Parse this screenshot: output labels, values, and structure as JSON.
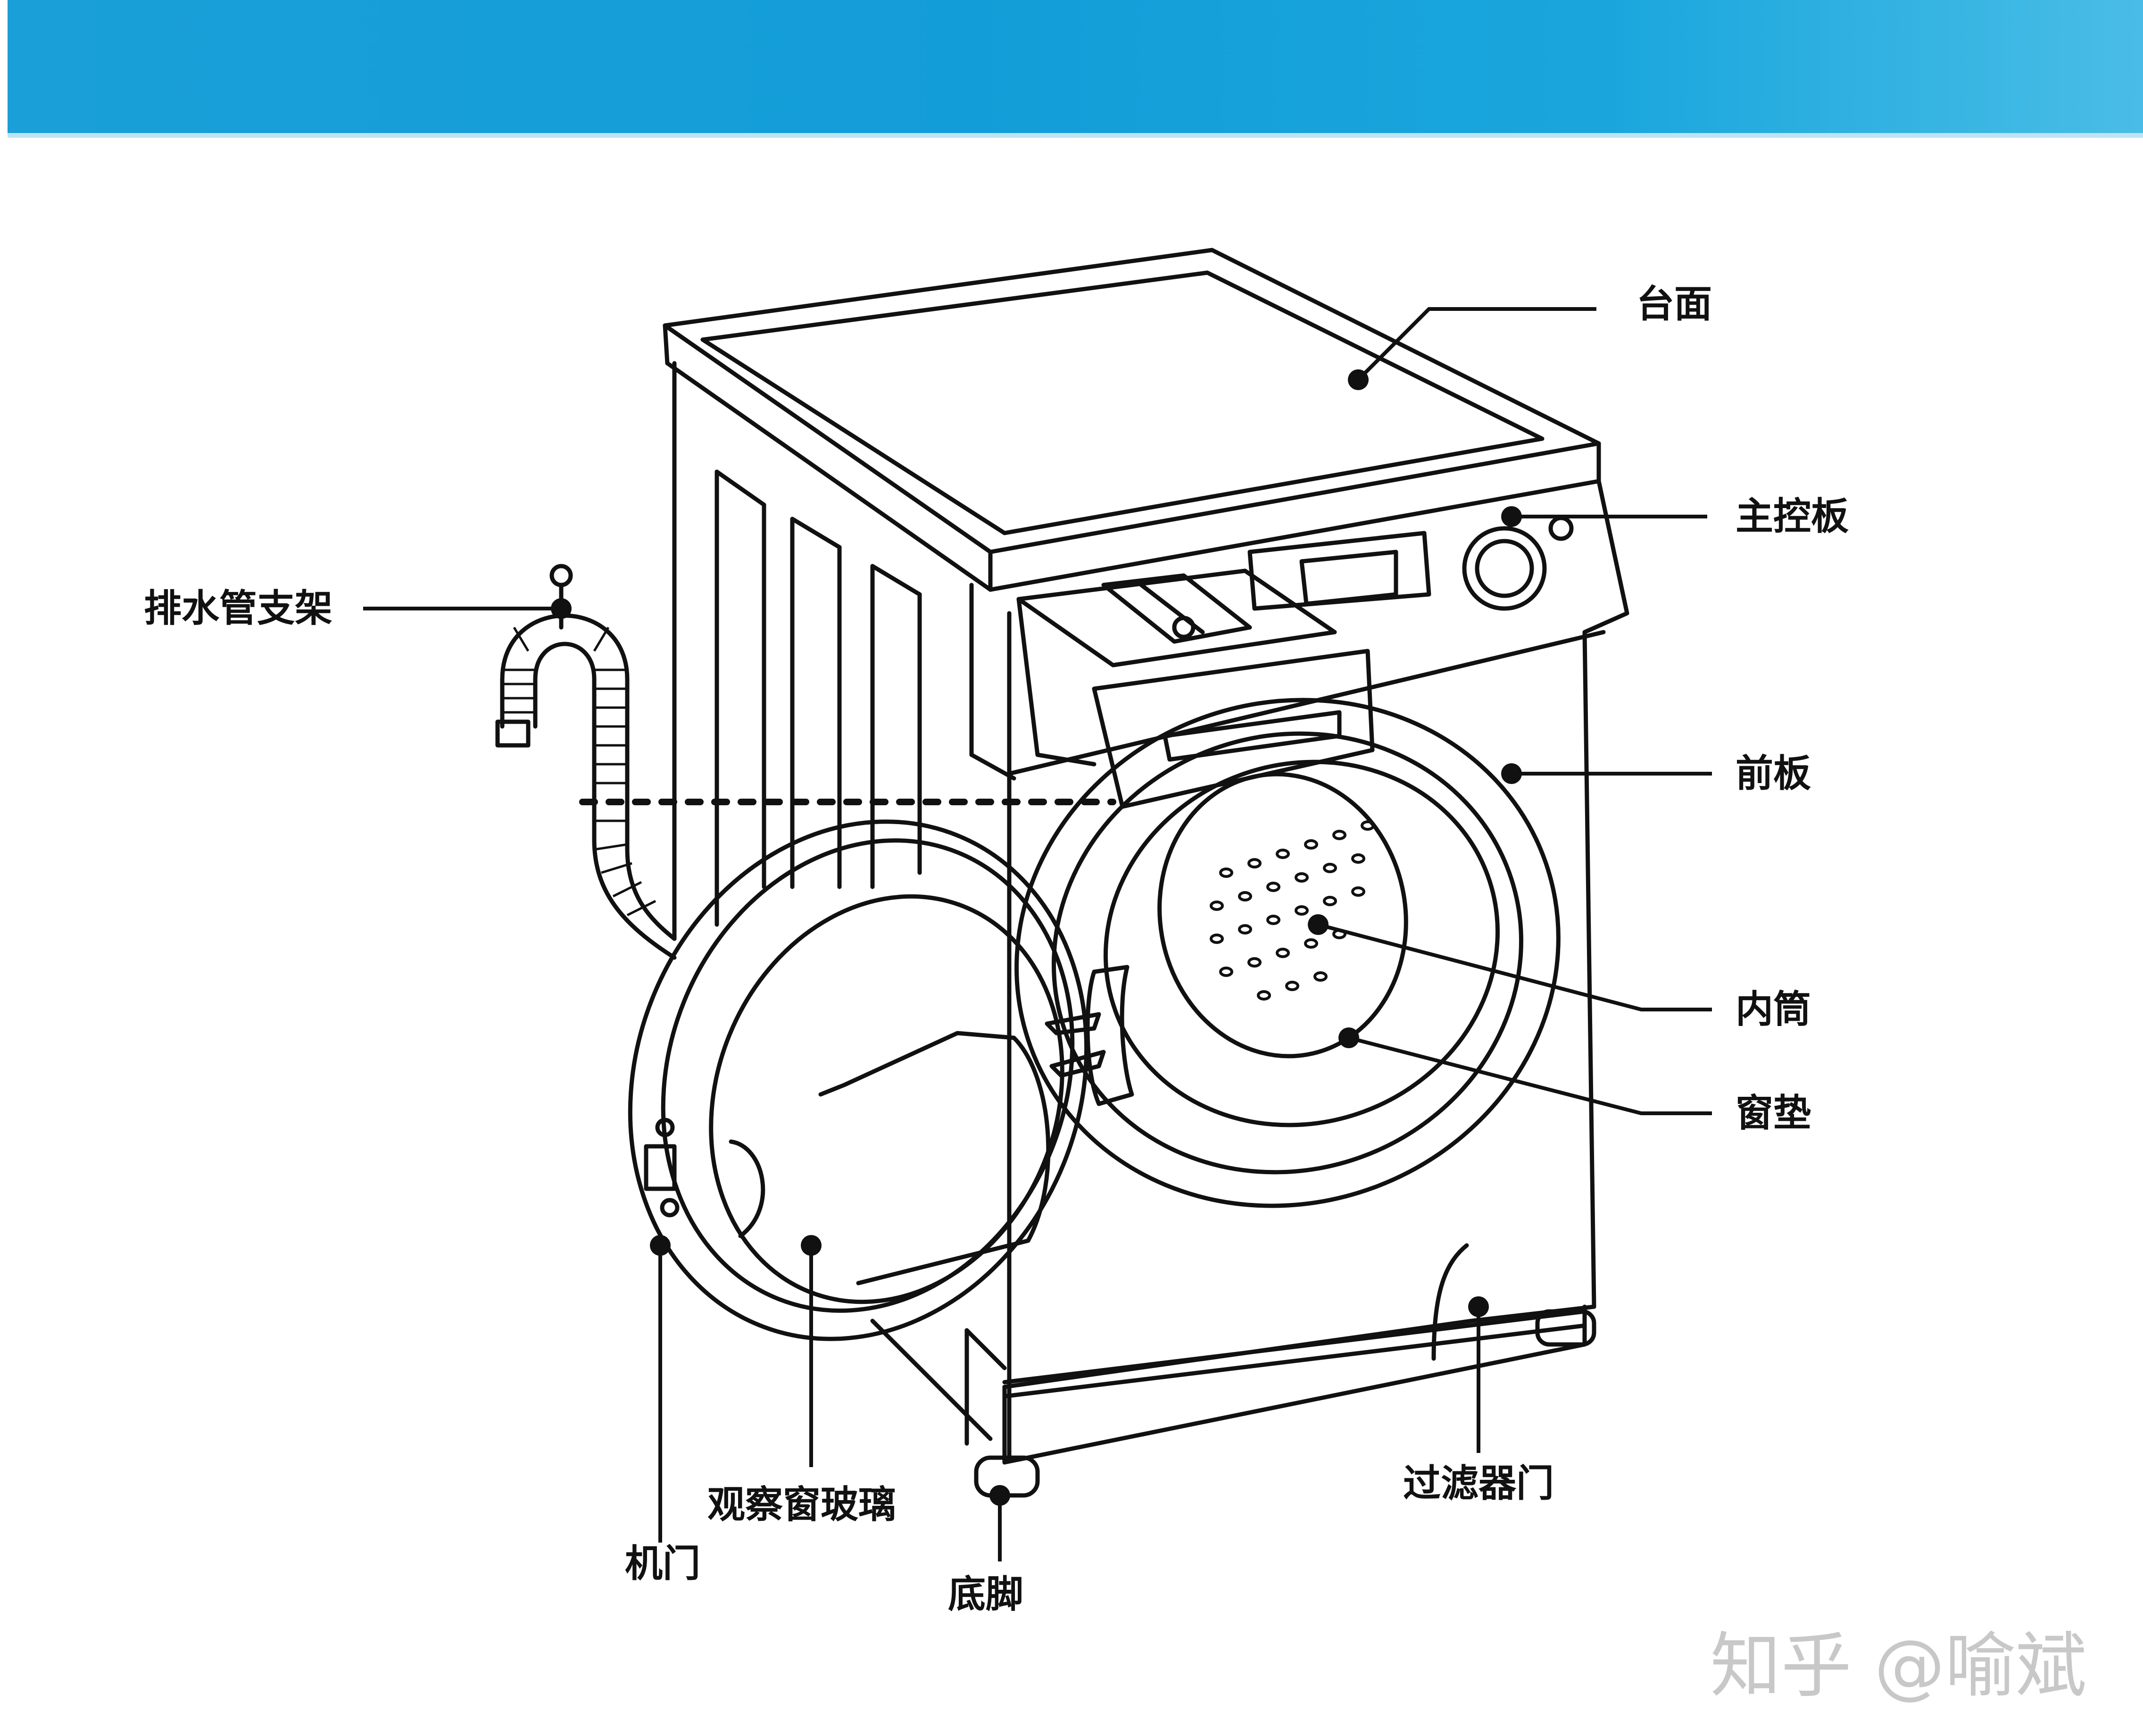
{
  "labels": {
    "countertop": "台面",
    "main_control_panel": "主控板",
    "drain_pipe_bracket": "排水管支架",
    "front_panel": "前板",
    "inner_drum": "内筒",
    "door_gasket": "窗垫",
    "observation_window_glass": "观察窗玻璃",
    "machine_door": "机门",
    "base_foot": "底脚",
    "filter_door": "过滤器门"
  },
  "watermark": "知乎 @喻斌",
  "colors": {
    "banner": "#139dd8",
    "line": "#111111"
  }
}
